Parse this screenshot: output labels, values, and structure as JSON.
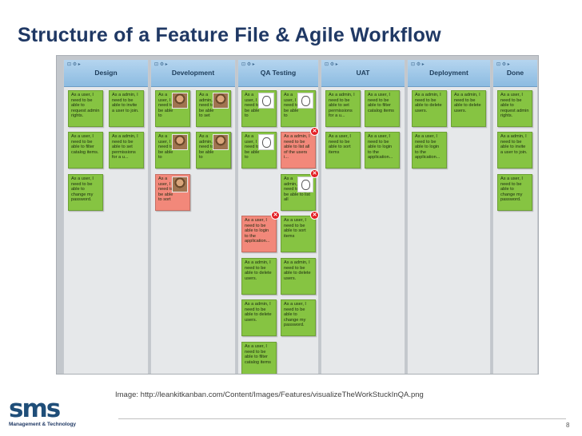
{
  "slide": {
    "title": "Structure of a Feature File & Agile Workflow",
    "caption": "Image: http://leankitkanban.com/Content/Images/Features/visualizeTheWorkStuckInQA.png",
    "page_number": "8"
  },
  "logo": {
    "mark": "sms",
    "subtitle": "Management & Technology"
  },
  "board": {
    "columns": [
      {
        "label": "Design",
        "cards": [
          {
            "text": "As a user, I\nneed to be\nable to\nrequest admin\nrights.",
            "color": "green"
          },
          {
            "text": "As a admin, I\nneed to be\nable to invite\na user to join.",
            "color": "green"
          },
          {
            "text": "As a user, I\nneed to be\nable to\nchange my\npassword.",
            "color": "green"
          },
          {
            "text": "As a admin, I\nneed to be\nable to set\npermissions\nfor a u...",
            "color": "green"
          },
          {
            "text": "As a user, I\nneed to be\nable to filter\ncatalog items.",
            "color": "green"
          }
        ]
      },
      {
        "label": "Development",
        "cards": [
          {
            "text": "As a\nuser, I\nneed to\nbe able\nto",
            "color": "green"
          },
          {
            "text": "As a\nadmin, I\nneed to\nbe able\nto set",
            "color": "green"
          },
          {
            "text": "As a\nuser, I\nneed to\nbe able\nto",
            "color": "green"
          },
          {
            "text": "As a\nuser, I\nneed to\nbe able\nto sort",
            "color": "red"
          },
          {
            "text": "As a\nuser, I\nneed to\nbe able\nto sort",
            "color": "red"
          },
          {
            "text": "As a\nadmin, I\nneed to\nbe able\nto",
            "color": "green"
          }
        ]
      },
      {
        "label": "QA Testing",
        "cards": [
          {
            "text": "As a\nuser, I\nneed to\nbe able\nto",
            "color": "green"
          },
          {
            "text": "As a\nuser, I\nneed to\nbe able\nto",
            "color": "green"
          },
          {
            "text": "As a admin, I\nneed to be\nable to list all\nof the users i...",
            "color": "red"
          },
          {
            "text": "As a\nuser, I\nneed to\nbe able\nto",
            "color": "green"
          },
          {
            "text": "As a\nadmin, I\nneed to\nbe able to list all",
            "color": "green"
          },
          {
            "text": "As a user, I\nneed to be\nable to login\nto the\napplication...",
            "color": "red"
          },
          {
            "text": "As a user, I\nneed to be\nable to sort\nitems",
            "color": "green"
          },
          {
            "text": "As a admin, I\nneed to be\nable to delete\nusers.",
            "color": "green"
          },
          {
            "text": "As a admin, I\nneed to be\nable to delete\nusers.",
            "color": "green"
          },
          {
            "text": "As a admin, I\nneed to be\nable to delete\nusers.",
            "color": "green"
          },
          {
            "text": "As a user, I\nneed to be\nable to\nchange my\npassword.",
            "color": "green"
          },
          {
            "text": "As a user, I\nneed to be\nable to filter\ncatalog items",
            "color": "green"
          }
        ]
      },
      {
        "label": "UAT",
        "cards": [
          {
            "text": "As a admin, I\nneed to be\nable to set\npermissions\nfor a u...",
            "color": "green"
          },
          {
            "text": "As a user, I\nneed to be\nable to filter\ncatalog items",
            "color": "green"
          },
          {
            "text": "As a user, I\nneed to be\nable to sort\nitems",
            "color": "green"
          },
          {
            "text": "As a user, I\nneed to be\nable to login\nto the\napplication...",
            "color": "green"
          }
        ]
      },
      {
        "label": "Deployment",
        "cards": [
          {
            "text": "As a admin, I\nneed to be\nable to delete\nusers.",
            "color": "green"
          },
          {
            "text": "As a admin, I\nneed to be\nable to delete\nusers.",
            "color": "green"
          },
          {
            "text": "As a user, I\nneed to be\nable to login\nto the\napplication...",
            "color": "green"
          }
        ]
      },
      {
        "label": "Done",
        "cards": [
          {
            "text": "As a user, I\nneed to be\nable to\nrequest admin\nrights.",
            "color": "green"
          },
          {
            "text": "As a admin, I\nneed to be\nable to invite\na user to join.",
            "color": "green"
          },
          {
            "text": "As a user, I\nneed to be\nable to\nchange my\npassword.",
            "color": "green"
          }
        ]
      }
    ]
  },
  "colors": {
    "title": "#1f3864",
    "card_green": "#86c442",
    "card_red": "#f2887a",
    "column_header": "#a7cdec",
    "blocked_marker": "#e31e24"
  },
  "icons": {
    "blocked": "x-circle-icon",
    "avatar": "user-avatar",
    "column_controls": "column-controls-icon"
  }
}
